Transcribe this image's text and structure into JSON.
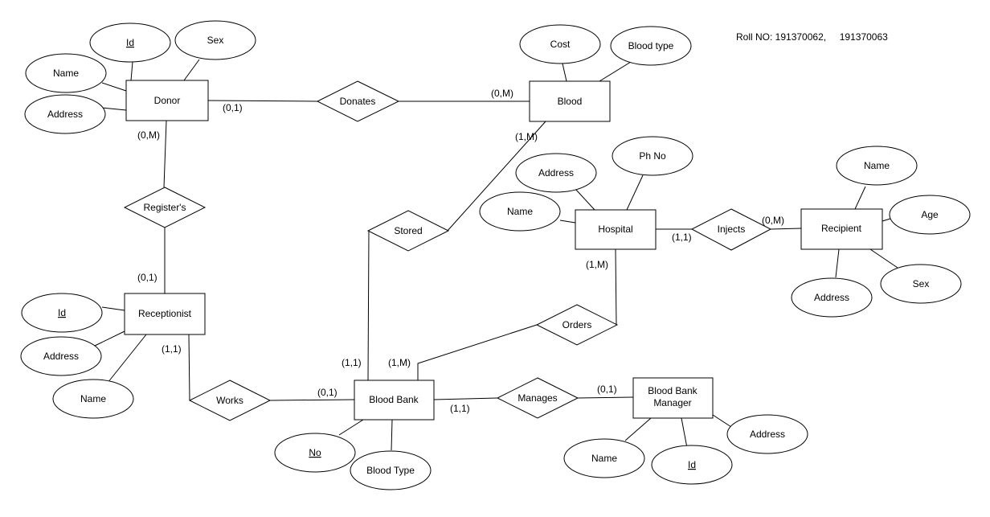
{
  "header_note": "Roll NO: 191370062,     191370063",
  "entities": {
    "donor": "Donor",
    "blood": "Blood",
    "hospital": "Hospital",
    "recipient": "Recipient",
    "receptionist": "Receptionist",
    "blood_bank": "Blood Bank",
    "blood_bank_manager": [
      "Blood Bank",
      "Manager"
    ]
  },
  "relationships": {
    "donates": "Donates",
    "registers": "Register's",
    "stored": "Stored",
    "injects": "Injects",
    "orders": "Orders",
    "works": "Works",
    "manages": "Manages"
  },
  "attributes": {
    "donor_id": "Id",
    "donor_sex": "Sex",
    "donor_name": "Name",
    "donor_address": "Address",
    "blood_cost": "Cost",
    "blood_type": "Blood type",
    "hospital_address": "Address",
    "hospital_phno": "Ph No",
    "hospital_name": "Name",
    "recipient_name": "Name",
    "recipient_age": "Age",
    "recipient_address": "Address",
    "recipient_sex": "Sex",
    "receptionist_id": "Id",
    "receptionist_address": "Address",
    "receptionist_name": "Name",
    "bank_no": "No",
    "bank_blood_type": "Blood Type",
    "manager_name": "Name",
    "manager_id": "Id",
    "manager_address": "Address"
  },
  "cardinalities": {
    "donor_donates": "(0,1)",
    "blood_donates": "(0,M)",
    "donor_registers": "(0,M)",
    "receptionist_registers": "(0,1)",
    "blood_stored": "(1,M)",
    "bank_stored": "(1,1)",
    "hospital_injects": "(1,1)",
    "recipient_injects": "(0,M)",
    "hospital_orders": "(1,M)",
    "bank_orders": "(1,M)",
    "receptionist_works": "(1,1)",
    "bank_works": "(0,1)",
    "bank_manages": "(1,1)",
    "manager_manages": "(0,1)"
  }
}
